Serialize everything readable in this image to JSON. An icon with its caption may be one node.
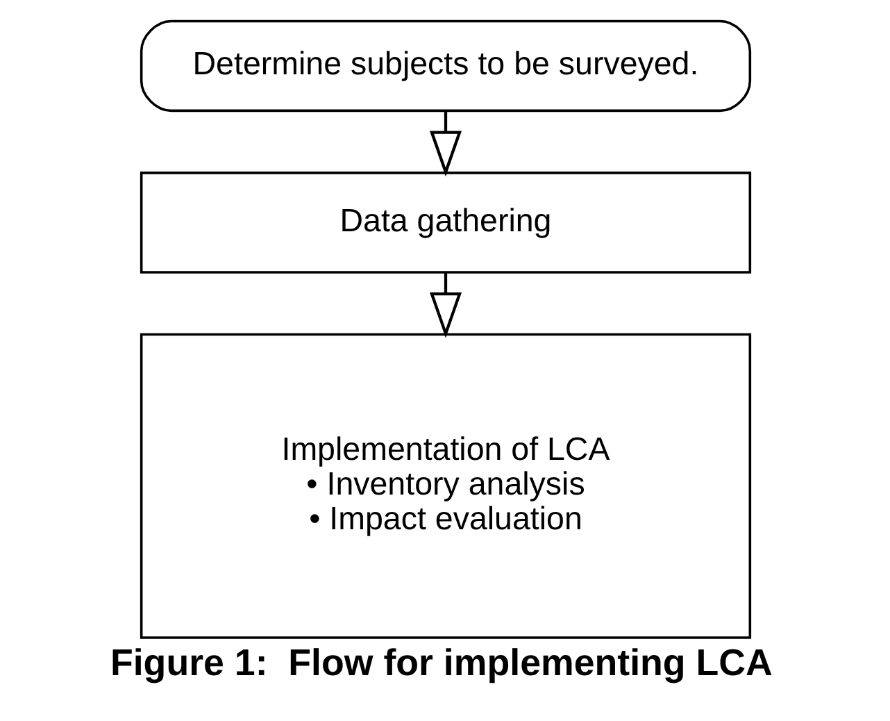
{
  "diagram": {
    "caption": "Figure 1:  Flow for implementing LCA",
    "nodes": [
      {
        "text": [
          "Determine subjects to be surveyed."
        ]
      },
      {
        "text": [
          "Data gathering"
        ]
      },
      {
        "text": [
          "Implementation of LCA",
          "• Inventory analysis",
          "• Impact evaluation"
        ]
      }
    ],
    "edges": [
      {
        "from": 0,
        "to": 1,
        "arrow": "to"
      },
      {
        "from": 1,
        "to": 2,
        "arrow": "to"
      }
    ]
  }
}
